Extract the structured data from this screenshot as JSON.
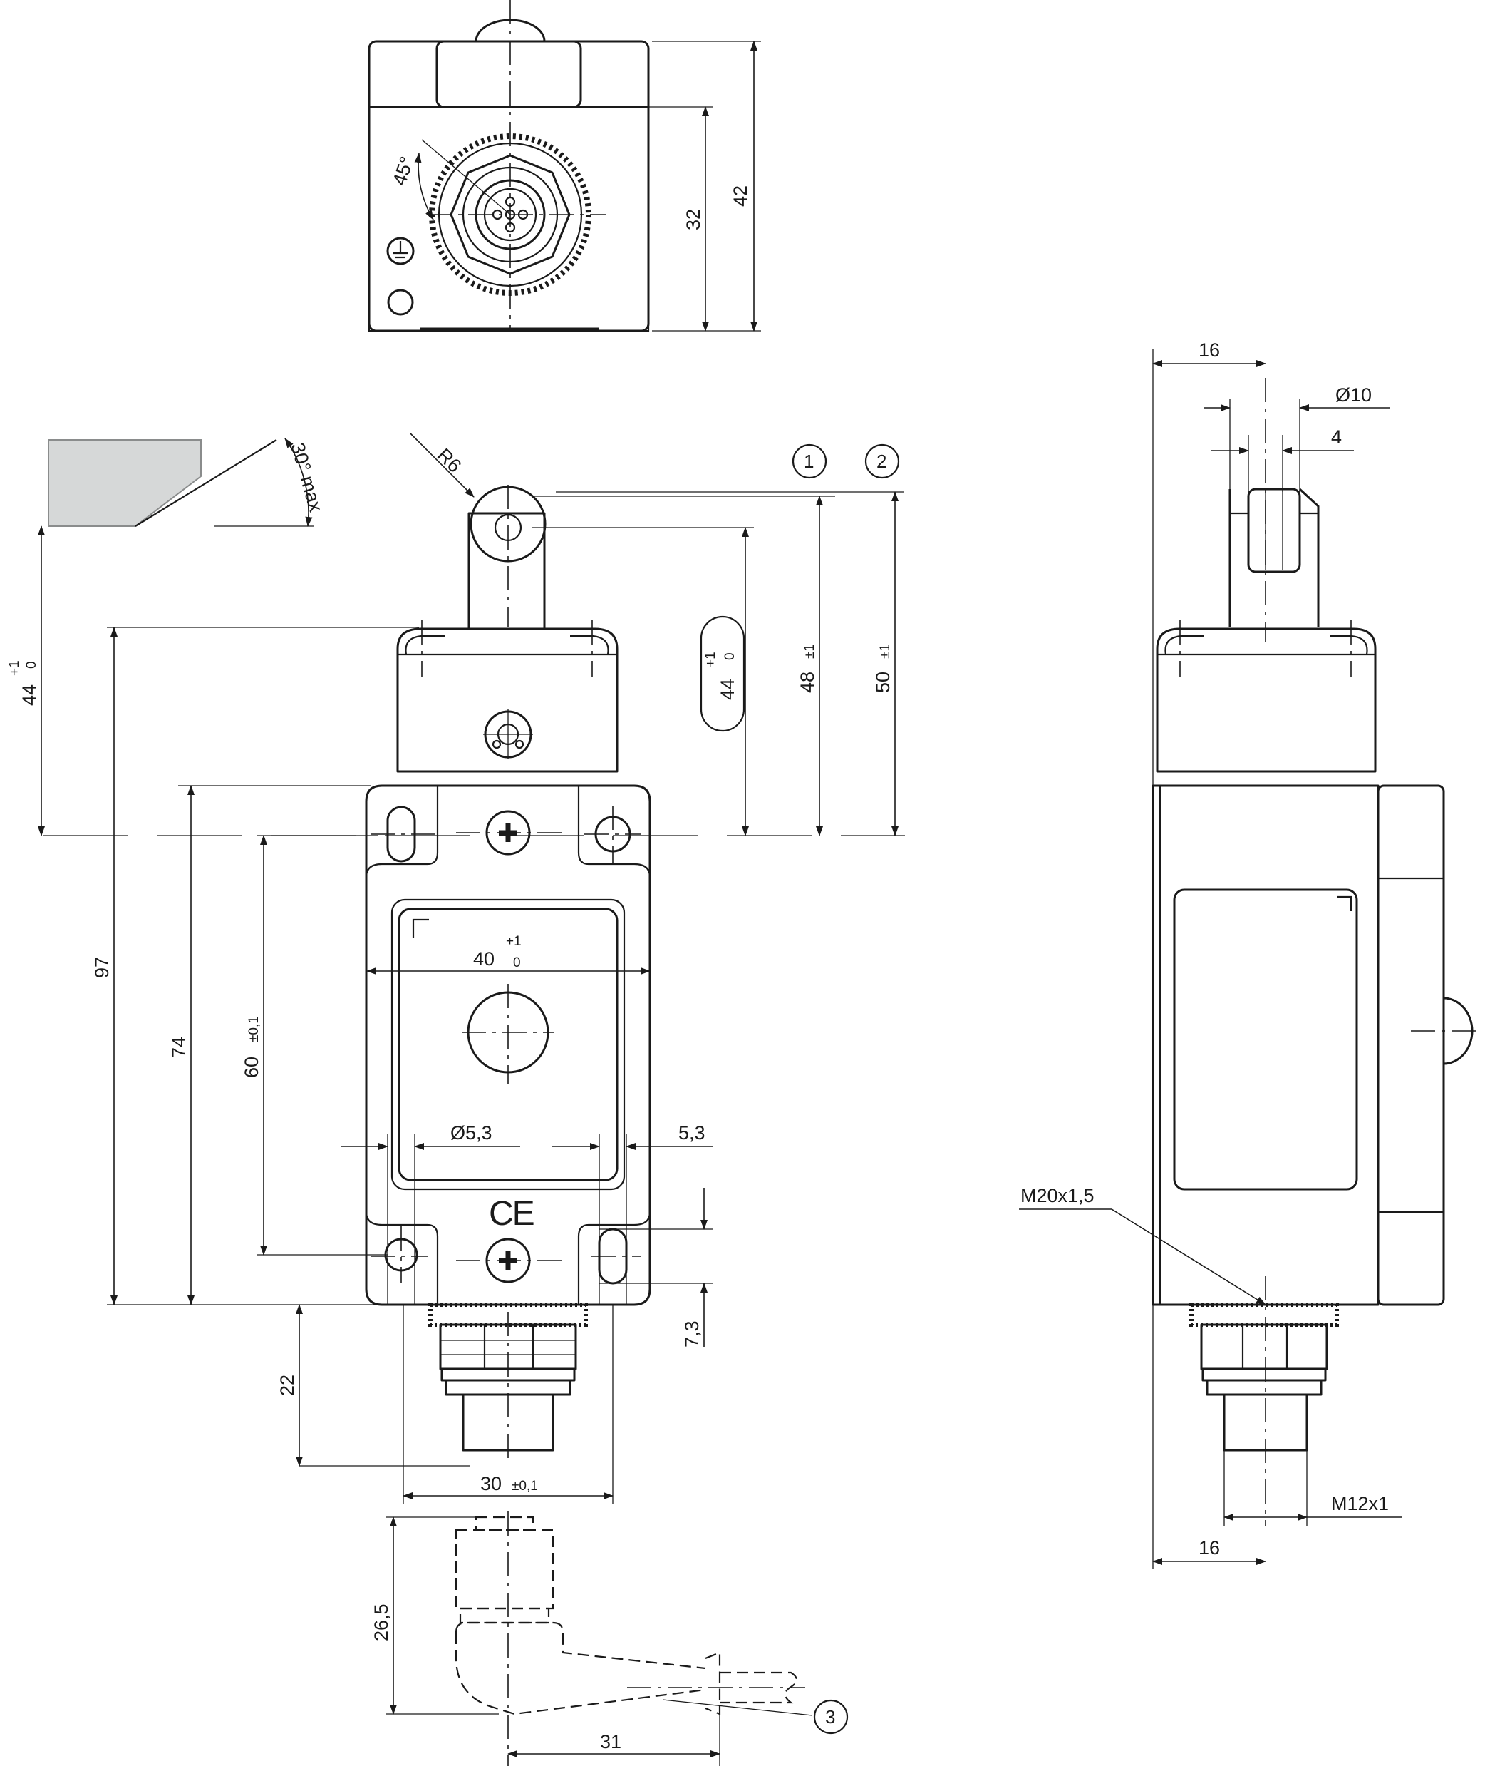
{
  "dimensions": {
    "d42": "42",
    "d32": "32",
    "angle45": "45°",
    "angle30": "30° max",
    "r6": "R6",
    "d44": "44",
    "tol_plus1": "+1",
    "tol_0": "0",
    "d48": "48",
    "tol_pm1": "±1",
    "d50": "50",
    "d97": "97",
    "d74": "74",
    "d60": "60",
    "tol_pm01": "±0,1",
    "d40": "40",
    "dia53": "Ø5,3",
    "d53": "5,3",
    "d73": "7,3",
    "d22": "22",
    "d30": "30",
    "d265": "26,5",
    "d31": "31",
    "side_16_top": "16",
    "dia10": "Ø10",
    "d4": "4",
    "m20": "M20x1,5",
    "m12": "M12x1",
    "side_16_bottom": "16"
  },
  "callouts": [
    "1",
    "2",
    "3"
  ],
  "marks": {
    "ce": "CE"
  },
  "icons": [
    "ground-symbol-icon",
    "screw-head-icon",
    "m12-connector-icon",
    "roller-lever-icon"
  ],
  "colors": {
    "line": "#1a1a1a",
    "actuating-cam": "#d6d8d8"
  }
}
